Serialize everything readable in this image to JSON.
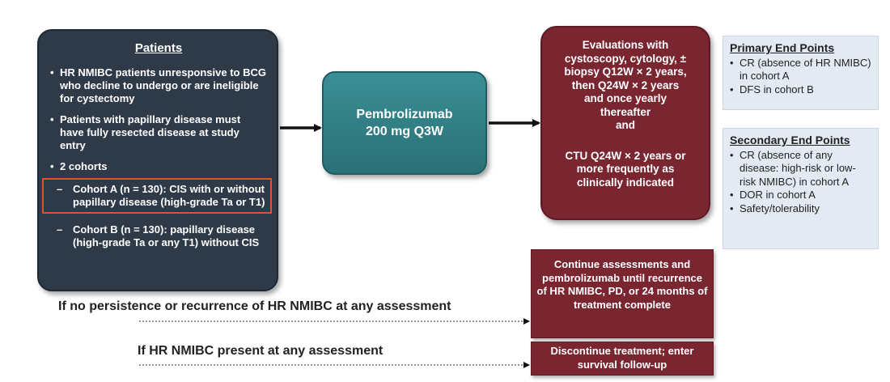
{
  "patients": {
    "title": "Patients",
    "bullets": [
      "HR NMIBC patients unresponsive to BCG who decline to undergo or are ineligible for cystectomy",
      "Patients with papillary disease must have fully resected disease at study entry",
      "2 cohorts"
    ],
    "cohorts": [
      "Cohort A (n = 130): CIS with or without papillary disease (high-grade Ta or T1)",
      "Cohort B (n = 130): papillary disease (high-grade Ta or any T1) without CIS"
    ]
  },
  "treatment": {
    "line1": "Pembrolizumab",
    "line2": "200 mg Q3W"
  },
  "evaluations": {
    "lines": [
      "Evaluations with",
      "cystoscopy, cytology, ±",
      "biopsy Q12W × 2 years,",
      "then Q24W × 2 years",
      "and once yearly",
      "thereafter",
      "and",
      "",
      "CTU Q24W × 2 years or",
      "more frequently as",
      "clinically indicated"
    ]
  },
  "primary_end_points": {
    "heading": "Primary End Points",
    "items": [
      "CR (absence of HR NMIBC) in cohort A",
      "DFS in cohort B"
    ]
  },
  "secondary_end_points": {
    "heading": "Secondary End Points",
    "items": [
      "CR (absence of any disease: high-risk or low-risk NMIBC) in cohort A",
      "DOR in cohort A",
      "Safety/tolerability"
    ]
  },
  "outcomes": {
    "no_persistence_condition": "If no persistence or recurrence of HR NMIBC at any assessment",
    "continue_box": "Continue assessments and pembrolizumab until recurrence of HR NMIBC, PD, or 24 months of treatment complete",
    "present_condition": "If HR NMIBC present at any assessment",
    "discontinue_box": "Discontinue treatment; enter survival follow-up"
  },
  "colors": {
    "patients_box": "#2f3a49",
    "treatment_box": "#2a7077",
    "evaluation_box": "#7a2630",
    "endpoints_box": "#e4eaf3",
    "highlight_border": "#e0532c"
  }
}
